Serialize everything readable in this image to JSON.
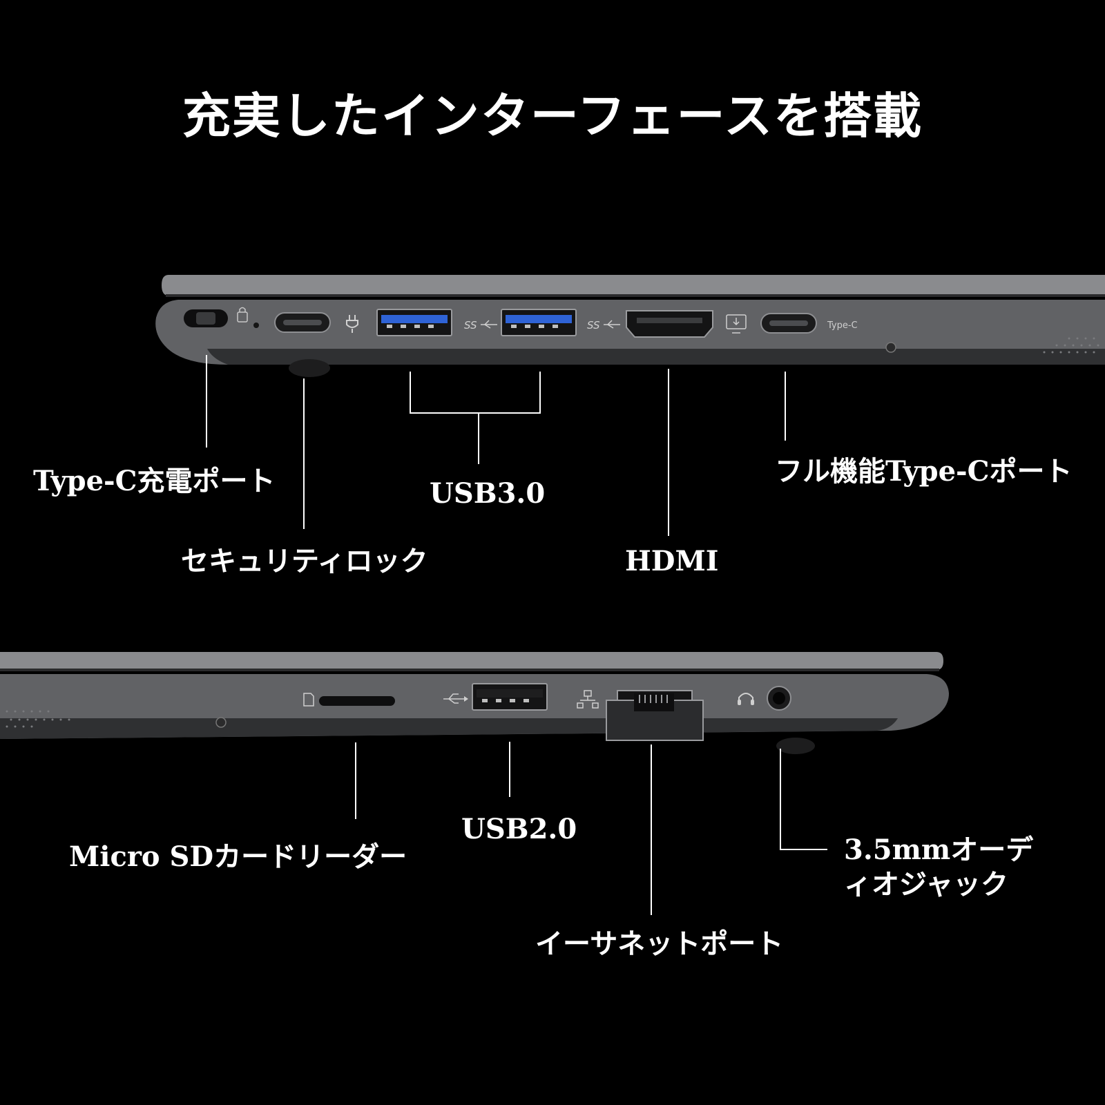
{
  "headline": "充実したインターフェースを搭載",
  "top_side": {
    "labels": {
      "type_c_charging": "Type-C充電ポート",
      "security_lock": "セキュリティロック",
      "usb30": "USB3.0",
      "hdmi": "HDMI",
      "full_type_c": "フル機能Type-Cポート"
    },
    "engraved": {
      "ss_mark_1": "SS",
      "ss_mark_2": "SS",
      "type_c_text": "Type-C"
    }
  },
  "bottom_side": {
    "labels": {
      "micro_sd": "Micro SDカードリーダー",
      "usb20": "USB2.0",
      "ethernet": "イーサネットポート",
      "audio_line1": "3.5mmオーデ",
      "audio_line2": "ィオジャック"
    }
  },
  "colors": {
    "background": "#000000",
    "chassis": "#5f6063",
    "chassis_dark": "#2e2f31",
    "lid": "#8a8b8e",
    "usb3_blue": "#2f63d6",
    "text": "#ffffff"
  }
}
